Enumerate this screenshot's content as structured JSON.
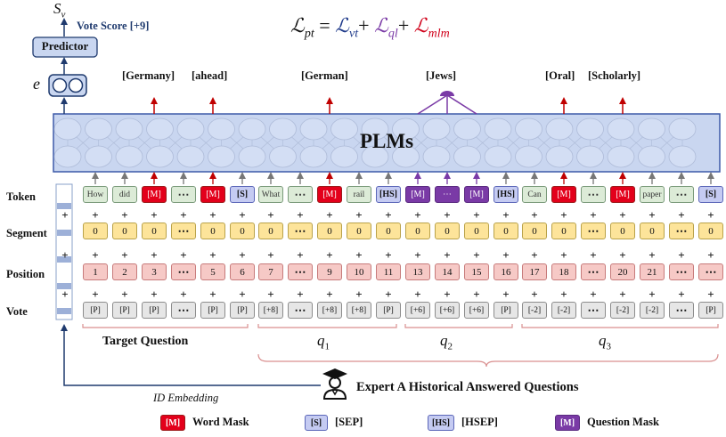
{
  "formula": {
    "lhs": "ℒ",
    "lhs_sub": "pt",
    "eq": "=",
    "t1": "ℒ",
    "t1_sub": "vt",
    "plus1": "+",
    "t2": "ℒ",
    "t2_sub": "ql",
    "plus2": "+",
    "t3": "ℒ",
    "t3_sub": "mlm",
    "colors": {
      "vt": "#1f3a8a",
      "ql": "#7a3aa6",
      "mlm": "#d0021b"
    }
  },
  "top": {
    "sv_label": "S",
    "sv_sub": "v",
    "vote_score": "Vote Score [+9]",
    "predictor": "Predictor",
    "e_label": "e",
    "plm_label": "PLMs"
  },
  "top_labels": [
    "[Germany]",
    "[ahead]",
    "[German]",
    "[Jews]",
    "[Oral]",
    "[Scholarly]"
  ],
  "row_labels": {
    "token": "Token",
    "segment": "Segment",
    "position": "Position",
    "vote": "Vote"
  },
  "tokens": [
    {
      "t": "How",
      "k": "tok"
    },
    {
      "t": "did",
      "k": "tok"
    },
    {
      "t": "[M]",
      "k": "wm"
    },
    {
      "t": "⋯",
      "k": "dots"
    },
    {
      "t": "[M]",
      "k": "wm"
    },
    {
      "t": "[S]",
      "k": "sep"
    },
    {
      "t": "What",
      "k": "tok"
    },
    {
      "t": "⋯",
      "k": "dots"
    },
    {
      "t": "[M]",
      "k": "wm"
    },
    {
      "t": "rail",
      "k": "tok"
    },
    {
      "t": "[HS]",
      "k": "hs"
    },
    {
      "t": "[M]",
      "k": "qm"
    },
    {
      "t": "⋯",
      "k": "qm"
    },
    {
      "t": "[M]",
      "k": "qm"
    },
    {
      "t": "[HS]",
      "k": "hs"
    },
    {
      "t": "Can",
      "k": "tok"
    },
    {
      "t": "[M]",
      "k": "wm"
    },
    {
      "t": "⋯",
      "k": "dots"
    },
    {
      "t": "[M]",
      "k": "wm"
    },
    {
      "t": "paper",
      "k": "tok"
    },
    {
      "t": "⋯",
      "k": "dots"
    },
    {
      "t": "[S]",
      "k": "sep"
    }
  ],
  "segments": [
    "0",
    "0",
    "0",
    "⋯",
    "0",
    "0",
    "0",
    "⋯",
    "0",
    "0",
    "0",
    "0",
    "0",
    "0",
    "0",
    "0",
    "0",
    "⋯",
    "0",
    "0",
    "⋯",
    "0"
  ],
  "positions": [
    "1",
    "2",
    "3",
    "⋯",
    "5",
    "6",
    "7",
    "⋯",
    "9",
    "10",
    "11",
    "13",
    "14",
    "15",
    "16",
    "17",
    "18",
    "⋯",
    "20",
    "21",
    "⋯",
    "⋯"
  ],
  "votes": [
    "[P]",
    "[P]",
    "[P]",
    "⋯",
    "[P]",
    "[P]",
    "[+8]",
    "⋯",
    "[+8]",
    "[+8]",
    "[P]",
    "[+6]",
    "[+6]",
    "[+6]",
    "[P]",
    "[-2]",
    "[-2]",
    "⋯",
    "[-2]",
    "[-2]",
    "⋯",
    "[P]"
  ],
  "plus_sign": "+",
  "groups": {
    "target": "Target Question",
    "q1": "q",
    "q1_sub": "1",
    "q2": "q",
    "q2_sub": "2",
    "q3": "q",
    "q3_sub": "3"
  },
  "bottom": {
    "id_embedding": "ID Embedding",
    "expert": "Expert A Historical Answered Questions"
  },
  "legend": [
    {
      "box": "[M]",
      "label": "Word Mask",
      "k": "wm"
    },
    {
      "box": "[S]",
      "label": "[SEP]",
      "k": "sep"
    },
    {
      "box": "[HS]",
      "label": "[HSEP]",
      "k": "hs"
    },
    {
      "box": "[M]",
      "label": "Question Mask",
      "k": "qm"
    }
  ]
}
